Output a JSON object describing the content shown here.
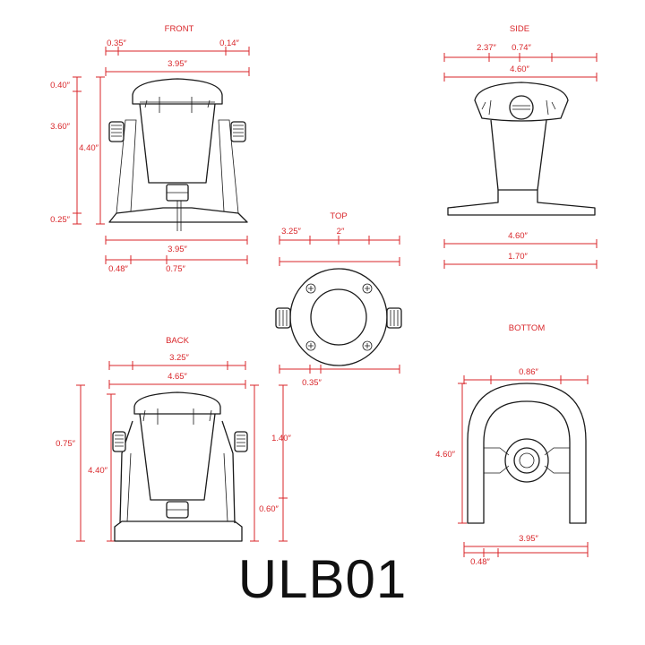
{
  "views": {
    "front": "FRONT",
    "side": "SIDE",
    "top": "TOP",
    "back": "BACK",
    "bottom": "BOTTOM"
  },
  "front": {
    "top_left": "0.35″",
    "top_right": "0.14″",
    "width": "3.95″",
    "h_top": "0.40″",
    "h_mid": "3.60″",
    "h_total": "4.40″",
    "h_base": "0.25″",
    "base_width": "3.95″",
    "base_a": "0.48″",
    "base_b": "0.75″"
  },
  "side": {
    "a": "2.37″",
    "b": "0.74″",
    "width": "4.60″",
    "base_width": "4.60″",
    "base_depth": "1.70″"
  },
  "top": {
    "a": "3.25″",
    "b": "2″",
    "c": "0.35″"
  },
  "back": {
    "a": "3.25″",
    "width": "4.65″",
    "h_a": "0.75″",
    "h_total": "4.40″",
    "h_b": "1.40″",
    "h_c": "0.60″"
  },
  "bottom": {
    "a": "0.86″",
    "height": "4.60″",
    "width": "3.95″",
    "b": "0.48″"
  },
  "model": "ULB01",
  "colors": {
    "dimension": "#d9262a",
    "outline": "#1a1a1a"
  }
}
